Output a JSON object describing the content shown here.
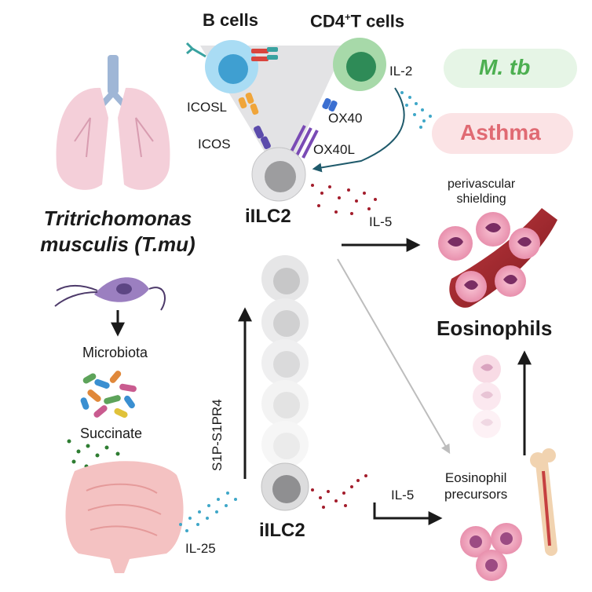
{
  "cells": {
    "b_cells": "B cells",
    "cd4_t_cells_prefix": "CD4",
    "cd4_t_cells_sup": "+",
    "cd4_t_cells_suffix": "T cells",
    "ilc2_top": "iILC2",
    "ilc2_bottom": "iILC2",
    "eosinophils": "Eosinophils",
    "eosinophil_precursors_line1": "Eosinophil",
    "eosinophil_precursors_line2": "precursors"
  },
  "molecules": {
    "icosl": "ICOSL",
    "icos": "ICOS",
    "ox40": "OX40",
    "ox40l": "OX40L",
    "il2": "IL-2",
    "il5_top": "IL-5",
    "il5_bottom": "IL-5",
    "il25": "IL-25",
    "s1p": "S1P-S1PR4"
  },
  "diseases": {
    "mtb": "M. tb",
    "asthma": "Asthma"
  },
  "organism": {
    "line1": "Tritrichomonas",
    "line2": "musculis (T.mu)"
  },
  "process": {
    "microbiota": "Microbiota",
    "succinate": "Succinate",
    "perivascular_line1": "perivascular",
    "perivascular_line2": "shielding"
  },
  "colors": {
    "b_cell": "#5bb8e6",
    "t_cell": "#6cc07a",
    "ilc2": "#c9c9cb",
    "mtb_text": "#4caf50",
    "mtb_bg": "#e6f5e6",
    "asthma_text": "#e06a73",
    "asthma_bg": "#fbe3e5",
    "eosinophil": "#e4799a",
    "vessel": "#a8292f",
    "il_dots": "#a31d2c",
    "il2_dots": "#3fa7c8",
    "arrow": "#1a1a1a"
  },
  "icons": [
    "lung-icon",
    "parasite-icon",
    "microbiota-icon",
    "intestine-icon",
    "bone-icon",
    "blood-vessel-icon",
    "eosinophil-icon",
    "receptor-icon"
  ]
}
